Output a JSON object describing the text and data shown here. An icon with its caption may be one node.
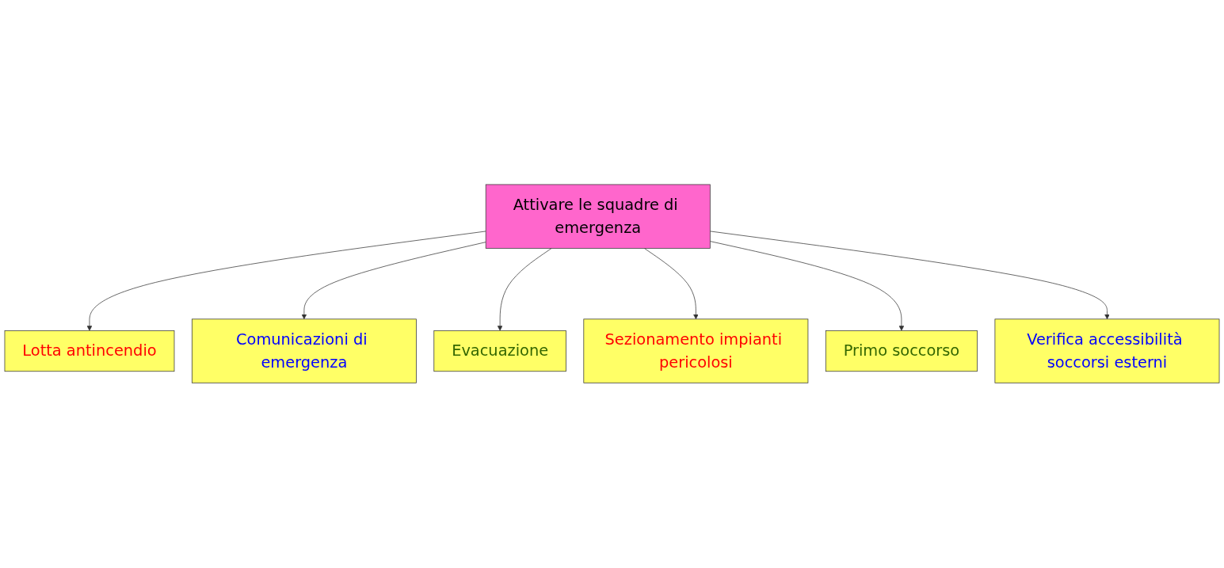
{
  "diagram": {
    "nodes": [
      {
        "text": [
          "Attivare le squadre di emergenza"
        ]
      },
      {
        "text": [
          "Lotta antincendio"
        ]
      },
      {
        "text": [
          "Comunicazioni di emergenza"
        ]
      },
      {
        "text": [
          "Evacuazione"
        ]
      },
      {
        "text": [
          "Sezionamento impianti pericolosi"
        ]
      },
      {
        "text": [
          "Primo soccorso"
        ]
      },
      {
        "text": [
          "Verifica accessibilità soccorsi esterni"
        ]
      }
    ],
    "edges": [
      {
        "from": 0,
        "to": 1,
        "arrow": "to"
      },
      {
        "from": 0,
        "to": 2,
        "arrow": "to"
      },
      {
        "from": 0,
        "to": 3,
        "arrow": "to"
      },
      {
        "from": 0,
        "to": 4,
        "arrow": "to"
      },
      {
        "from": 0,
        "to": 5,
        "arrow": "to"
      },
      {
        "from": 0,
        "to": 6,
        "arrow": "to"
      }
    ]
  }
}
